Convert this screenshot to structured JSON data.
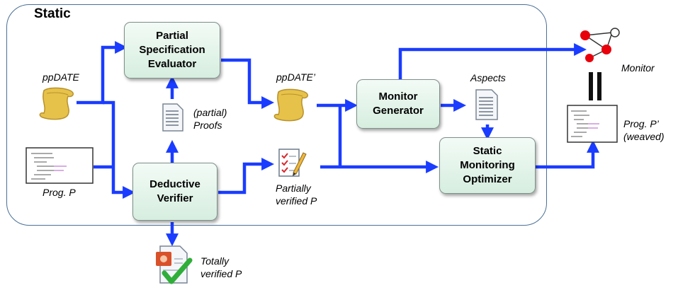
{
  "region": {
    "title": "Static"
  },
  "boxes": {
    "partial_spec_evaluator": [
      "Partial",
      "Specification",
      "Evaluator"
    ],
    "deductive_verifier": [
      "Deductive",
      "Verifier"
    ],
    "monitor_generator": [
      "Monitor",
      "Generator"
    ],
    "static_monitoring_optimizer": [
      "Static",
      "Monitoring",
      "Optimizer"
    ]
  },
  "labels": {
    "ppdate": "ppDATE",
    "ppdate_prime": "ppDATE’",
    "partial_proofs": [
      "(partial)",
      "Proofs"
    ],
    "prog_p": "Prog. P",
    "partially_verified": [
      "Partially",
      "verified P"
    ],
    "aspects": "Aspects",
    "monitor": "Monitor",
    "prog_p_prime": [
      "Prog. P’",
      "(weaved)"
    ],
    "totally_verified": [
      "Totally",
      "verified P"
    ]
  },
  "colors": {
    "arrow": "#1a3cff",
    "box_fill": "#dff2e6",
    "region_border": "#4a6f96",
    "monitor_node": "#e8000b"
  },
  "icons": [
    "scroll-icon",
    "document-icon",
    "code-listing-icon",
    "checklist-pencil-icon",
    "state-machine-icon",
    "equality-icon",
    "verified-document-icon"
  ]
}
